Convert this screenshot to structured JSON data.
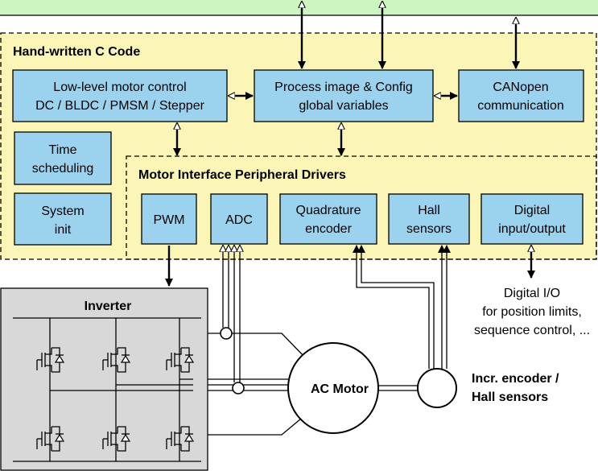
{
  "colors": {
    "top_band": "#ccf5c2",
    "code_region": "#fbf6b5",
    "block": "#9bd3ef",
    "inverter_bg": "#d8d8d8",
    "line": "#000000"
  },
  "code_region": {
    "title": "Hand-written C Code"
  },
  "blocks": {
    "motor_control": {
      "line1": "Low-level motor control",
      "line2": "DC / BLDC / PMSM / Stepper"
    },
    "process_image": {
      "line1": "Process image & Config",
      "line2": "global variables"
    },
    "canopen": {
      "line1": "CANopen",
      "line2": "communication"
    },
    "time_scheduling": {
      "line1": "Time",
      "line2": "scheduling"
    },
    "system_init": {
      "line1": "System",
      "line2": "init"
    }
  },
  "drivers": {
    "title": "Motor Interface Peripheral Drivers",
    "pwm": "PWM",
    "adc": "ADC",
    "quadrature": {
      "line1": "Quadrature",
      "line2": "encoder"
    },
    "hall": {
      "line1": "Hall",
      "line2": "sensors"
    },
    "digital": {
      "line1": "Digital",
      "line2": "input/output"
    }
  },
  "digital_io_note": {
    "line1": "Digital I/O",
    "line2": "for position limits,",
    "line3": "sequence control, ..."
  },
  "inverter": {
    "title": "Inverter"
  },
  "motor": {
    "label": "AC Motor"
  },
  "encoder_label": {
    "line1": "Incr. encoder /",
    "line2": "Hall sensors"
  }
}
